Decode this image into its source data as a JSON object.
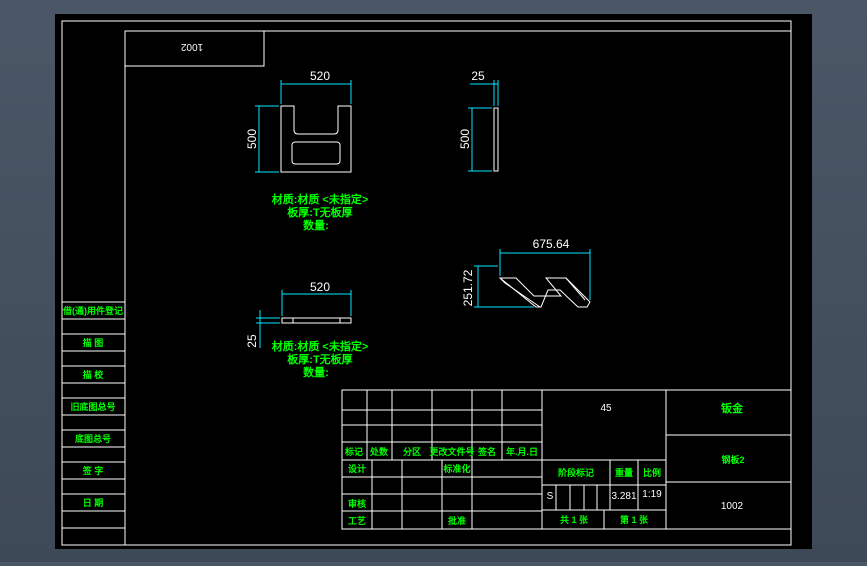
{
  "colors": {
    "background": "#4b5766",
    "paper": "#000000",
    "lines": "#ffffff",
    "text_green": "#00ff00",
    "dim_lines": "#00e5ff"
  },
  "sheet_code_mirrored": "1002",
  "views": {
    "front": {
      "width": "520",
      "height": "500"
    },
    "side": {
      "thickness": "25",
      "height": "500"
    },
    "top": {
      "width": "520",
      "thickness": "25"
    },
    "iso": {
      "width": "675.64",
      "height": "251.72"
    }
  },
  "notes": {
    "material": "材质:材质 <未指定>",
    "thickness": "板厚:T无板厚",
    "quantity": "数量:"
  },
  "left_strip": [
    "借(通)用件登记",
    "描 图",
    "描 校",
    "旧底图总号",
    "底图总号",
    "签 字",
    "日 期"
  ],
  "title_block": {
    "header_row": [
      "标记",
      "处数",
      "分区",
      "更改文件号",
      "签名",
      "年.月.日"
    ],
    "design": "设计",
    "standardization": "标准化",
    "review": "审核",
    "process": "工艺",
    "approve": "批准",
    "center_value": "45",
    "stage_mark_label": "阶段标记",
    "weight_label": "重量",
    "scale_label": "比例",
    "stage_value": "S",
    "weight_value": "3.281",
    "scale_value": "1:19",
    "sheets_total": "共 1 张",
    "sheet_no": "第 1 张",
    "material_name": "钣金",
    "part_name": "钢板2",
    "drawing_no": "1002"
  }
}
